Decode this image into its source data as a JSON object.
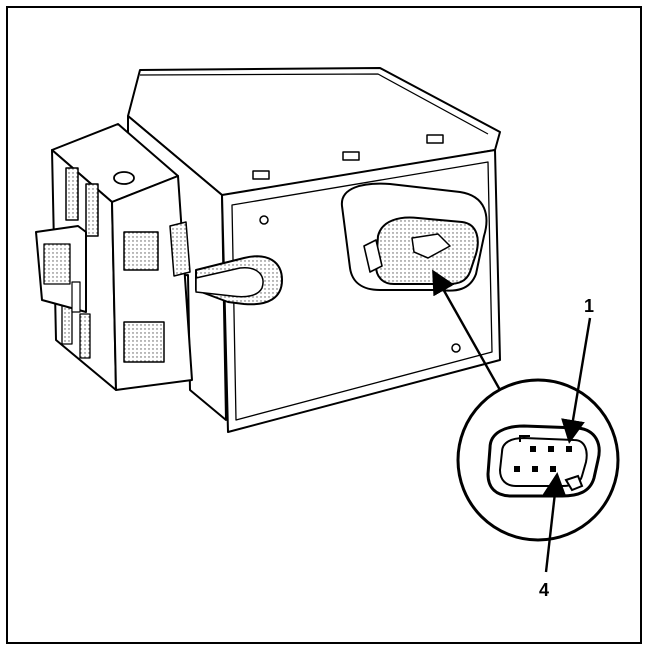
{
  "figure": {
    "description_component": "connector-module",
    "callouts": [
      {
        "id": "pin-1",
        "label": "1"
      },
      {
        "id": "pin-4",
        "label": "4"
      }
    ]
  },
  "colors": {
    "ink": "#000000",
    "paper": "#ffffff",
    "hatch": "#555555"
  }
}
